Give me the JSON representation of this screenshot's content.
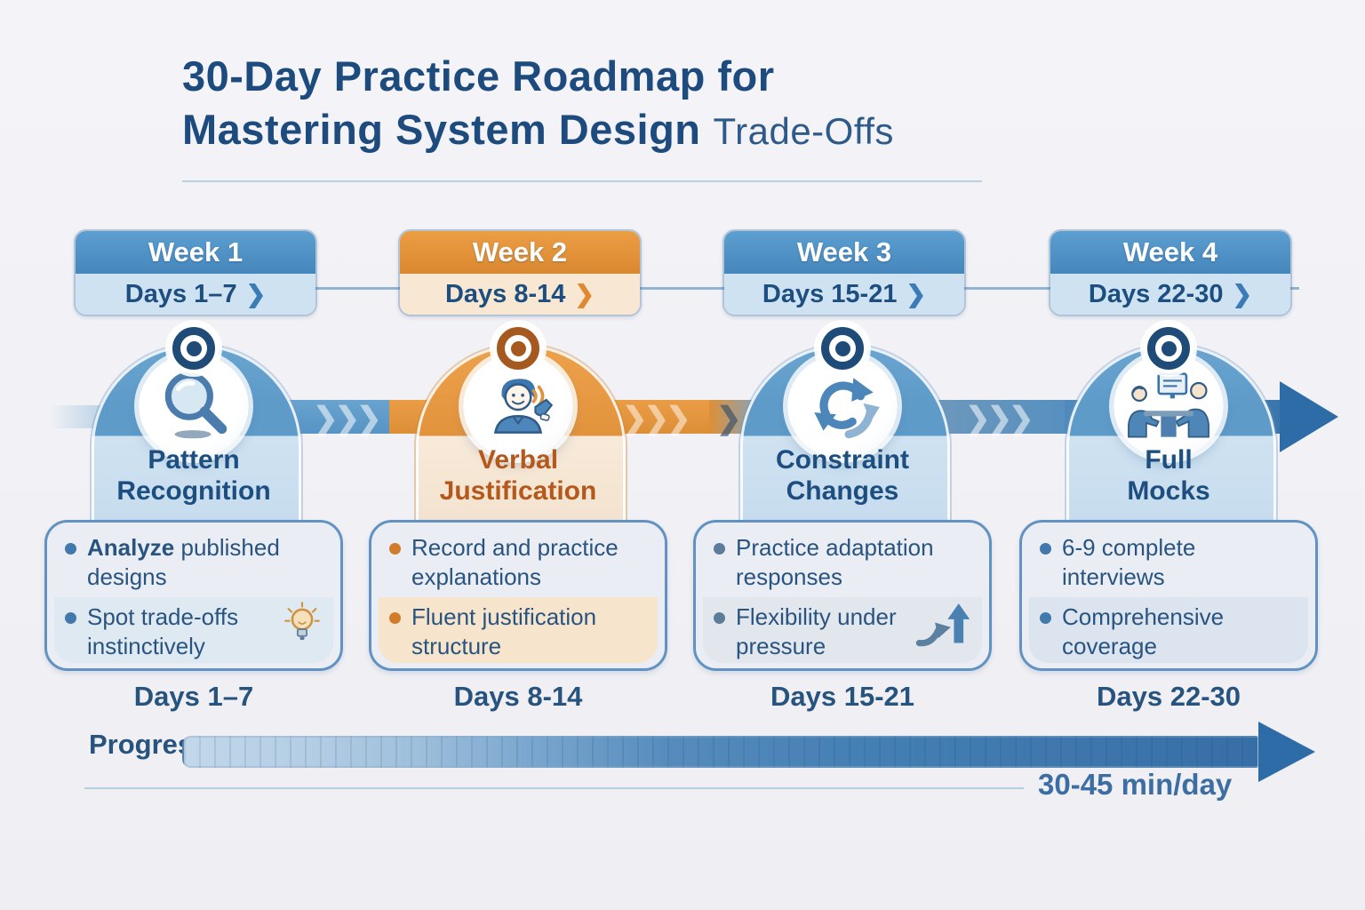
{
  "title": {
    "line1": "30-Day Practice Roadmap for",
    "line2": "Mastering System Design",
    "suffix": "Trade-Offs"
  },
  "timeline": {
    "chevrons": "❯❯❯",
    "chevron_single": "❯"
  },
  "weeks": [
    {
      "label": "Week 1",
      "days": "Days 1–7",
      "chevron": "❯",
      "icon": "magnifier-icon",
      "category": "Pattern\nRecognition",
      "bullets": [
        {
          "strong": "Analyze",
          "text": " published designs"
        },
        {
          "strong": "",
          "text": "Spot trade-offs instinctively"
        }
      ],
      "bullet_icon": "lightbulb-icon",
      "footer": "Days 1–7"
    },
    {
      "label": "Week 2",
      "days": "Days 8-14",
      "chevron": "❯",
      "icon": "speaking-person-icon",
      "category": "Verbal\nJustification",
      "bullets": [
        {
          "strong": "",
          "text": "Record and practice explanations"
        },
        {
          "strong": "",
          "text": "Fluent justification structure"
        }
      ],
      "bullet_icon": "",
      "footer": "Days 8-14"
    },
    {
      "label": "Week 3",
      "days": "Days 15-21",
      "chevron": "❯",
      "icon": "cycle-arrows-icon",
      "category": "Constraint\nChanges",
      "bullets": [
        {
          "strong": "",
          "text": "Practice adaptation responses"
        },
        {
          "strong": "",
          "text": "Flexibility under pressure"
        }
      ],
      "bullet_icon": "growth-arrow-icon",
      "footer": "Days 15-21"
    },
    {
      "label": "Week 4",
      "days": "Days 22-30",
      "chevron": "❯",
      "icon": "interview-icon",
      "category": "Full\nMocks",
      "bullets": [
        {
          "strong": "",
          "text": "6-9 complete interviews"
        },
        {
          "strong": "",
          "text": "Comprehensive coverage"
        }
      ],
      "bullet_icon": "",
      "footer": "Days 22-30"
    }
  ],
  "progress": {
    "label": "Progress",
    "note": "30-45 min/day"
  },
  "colors": {
    "blue": "#4d93c7",
    "orange": "#e5943f",
    "navy": "#1e4b7e",
    "orange_text": "#b4591b"
  }
}
